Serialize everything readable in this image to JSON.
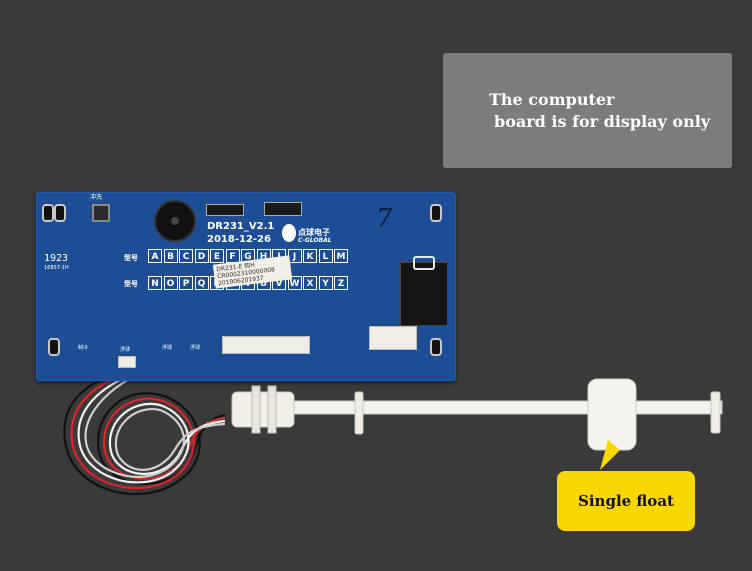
{
  "caption": {
    "line1": "The computer",
    "line2": "board is for display only"
  },
  "float_label": "Single float",
  "pcb": {
    "model": "DR231_V2.1",
    "date": "2018-12-26",
    "brand_cn": "点球电子",
    "brand_en": "C-GLOBAL",
    "serial": "1923",
    "code": "16857-1H",
    "flush_label": "冲洗",
    "handwritten_mark": "7",
    "row_label": "型号",
    "row1_letters": [
      "A",
      "B",
      "C",
      "D",
      "E",
      "F",
      "G",
      "H",
      "I",
      "J",
      "K",
      "L",
      "M"
    ],
    "row2_letters": [
      "N",
      "O",
      "P",
      "Q",
      "R",
      "S",
      "T",
      "U",
      "V",
      "W",
      "X",
      "Y",
      "Z"
    ],
    "sticker_lines": [
      "DR231-E 钩H",
      "CR0002310000008",
      "201906201937"
    ],
    "connector_labels": [
      "制冷",
      "浮球",
      "浮球",
      "浮球"
    ]
  },
  "colors": {
    "background": "#3a3a3a",
    "pcb": "#1d4e95",
    "caption_box": "#808080",
    "tag": "#f8d703",
    "float": "#f4f2ec"
  }
}
